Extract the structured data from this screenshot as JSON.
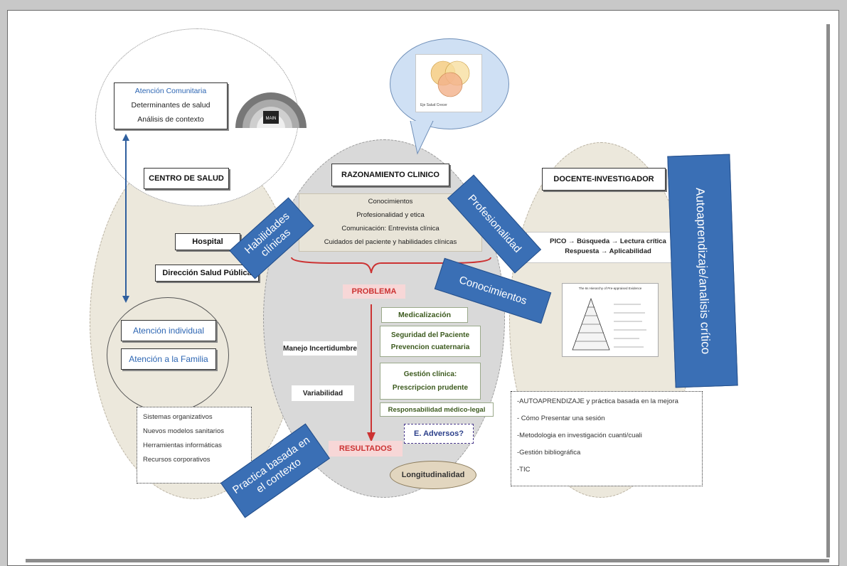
{
  "community": {
    "items": [
      "Atención Comunitaria",
      "Determinantes de salud",
      "Análisis de contexto"
    ],
    "rainbow_title": "MAIN"
  },
  "centro_salud": {
    "title": "CENTRO DE SALUD",
    "hospital": "Hospital",
    "salud_publica": "Dirección Salud Pública",
    "individual": "Atención individual",
    "familia": "Atención a la Familia",
    "list": [
      "Sistemas organizativos",
      "Nuevos modelos sanitarios",
      "Herramientas informáticas",
      "Recursos corporativos"
    ]
  },
  "razonamiento": {
    "title": "RAZONAMIENTO CLINICO",
    "list": [
      "Conocimientos",
      "Profesionalidad y etica",
      "Comunicación: Entrevista clínica",
      "Cuidados del paciente y habilidades clínicas"
    ],
    "problema": "PROBLEMA",
    "resultados": "RESULTADOS",
    "medicalizacion": "Medicalización",
    "seguridad": [
      "Seguridad del Paciente",
      "Prevencion cuaternaria"
    ],
    "gestion": [
      "Gestión clínica:",
      "Prescripcion prudente"
    ],
    "responsabilidad": "Responsabilidad médico-legal",
    "adversos": "E. Adversos?",
    "longitudinalidad": "Longitudinalidad",
    "manejo": "Manejo Incertidumbre",
    "variabilidad": "Variabilidad"
  },
  "docente": {
    "title": "DOCENTE-INVESTIGADOR",
    "pico_line1": "PICO → Búsqueda → Lectura crítica",
    "pico_line2": "Respuesta → Aplicabilidad",
    "pyramid_title": "The 6s Hierarchy of Pre-appraised Evidence",
    "list": [
      "-AUTOAPRENDIZAJE y práctica basada en la mejora",
      "- Cómo Presentar una sesión",
      "-Metodologia en investigación cuanti/cuali",
      "-Gestión bibliográfica",
      "-TIC"
    ]
  },
  "bubble": {
    "caption": "Eje Salud Crecer"
  },
  "labels": {
    "habilidades": "Habilidades clínicas",
    "profesionalidad": "Profesionalidad",
    "conocimientos": "Conocimientos",
    "practica": "Practica basada en el contexto",
    "autoaprendizaje": "Autoaprendizaje/analisis crítico"
  },
  "colors": {
    "label_blue": "#3a6fb5",
    "oval_fill": "#ece8dc",
    "center_fill": "#d9d9d9",
    "problema_red": "#cc3333",
    "problema_bg": "#f7d7d7",
    "arrow_blue": "#2f5f9e",
    "green_text": "#3c5a1e"
  }
}
